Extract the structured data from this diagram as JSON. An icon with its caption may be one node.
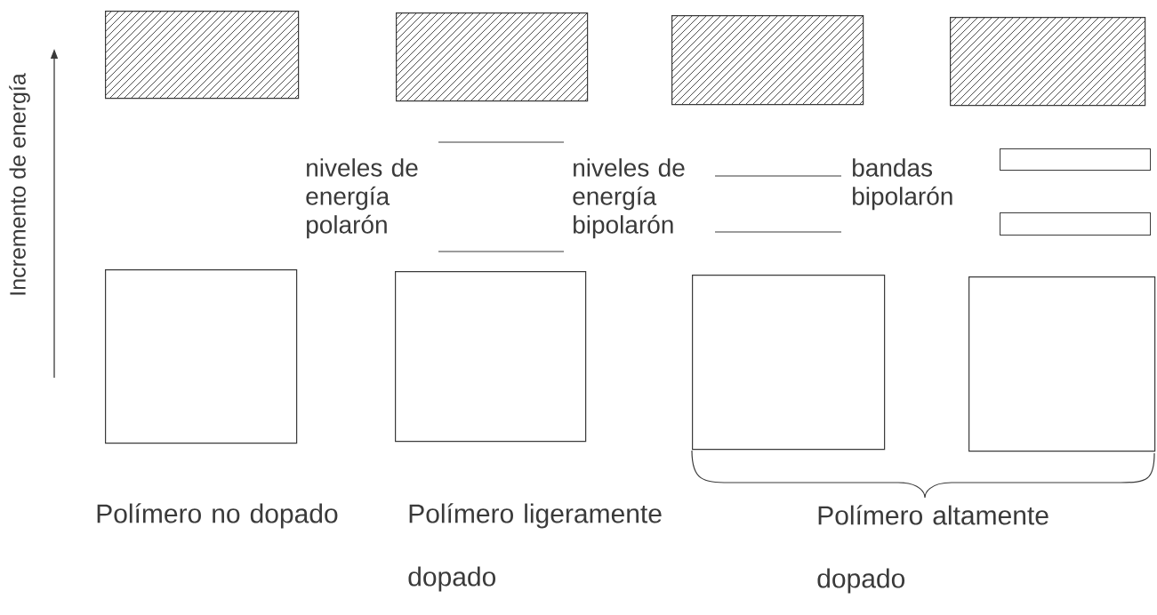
{
  "diagram": {
    "nodes": [
      {
        "text": [],
        "shape": "box"
      },
      {
        "text": [],
        "shape": "box"
      },
      {
        "text": [],
        "shape": "box"
      },
      {
        "text": [],
        "shape": "box"
      },
      {
        "text": [],
        "shape": "bar"
      },
      {
        "text": [],
        "shape": "bar"
      },
      {
        "text": [],
        "shape": "box"
      },
      {
        "text": [],
        "shape": "box"
      },
      {
        "text": [],
        "shape": "box"
      },
      {
        "text": [],
        "shape": "box"
      }
    ],
    "labels": [
      "Incremento de energía",
      "niveles de energía polarón",
      "niveles de energía bipolarón",
      "bandas bipolarón",
      "Polímero no dopado",
      "Polímero ligeramente dopado",
      "Polímero altamente dopado"
    ]
  }
}
